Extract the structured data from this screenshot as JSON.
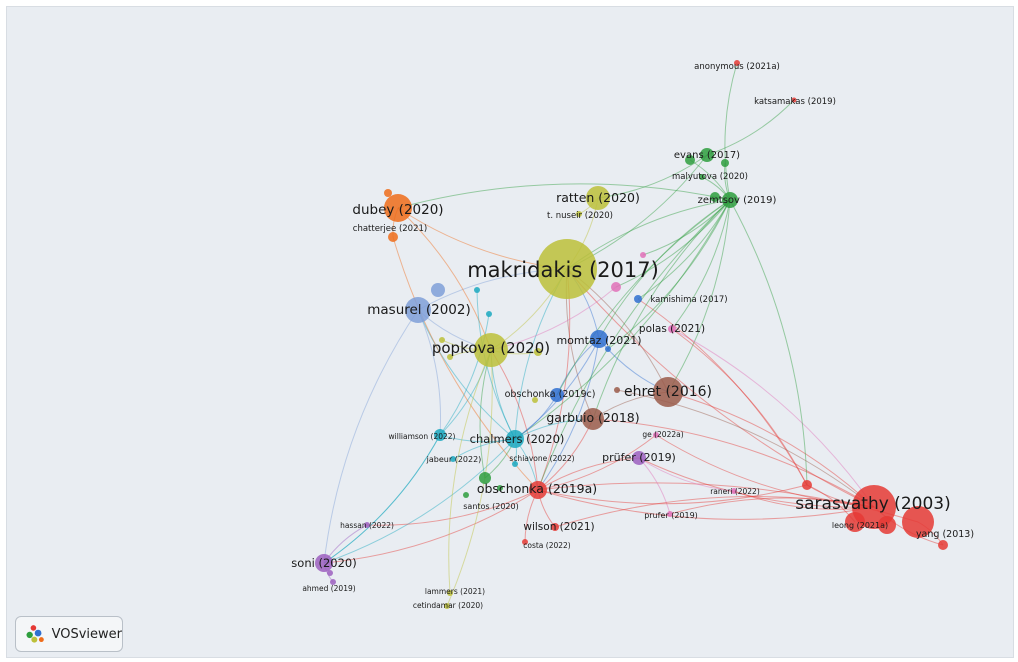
{
  "app": {
    "logo_text": "VOSviewer"
  },
  "colors": {
    "red": "#e53935",
    "green": "#2e9e3e",
    "orange": "#ef6c1a",
    "yellow": "#bcc03a",
    "blue": "#2f6fd0",
    "cyan": "#1ba8bf",
    "brown": "#9a5a4a",
    "purple": "#9c5fc0",
    "pink": "#e070b8",
    "lightblue": "#7f9fd8",
    "background": "#e9edf2"
  },
  "labels": {
    "makridakis": "makridakis (2017)",
    "sarasvathy": "sarasvathy (2003)",
    "popkova": "popkova (2020)",
    "ehret": "ehret (2016)",
    "dubey": "dubey (2020)",
    "masurel": "masurel (2002)",
    "ratten": "ratten (2020)",
    "garbuio": "garbuio (2018)",
    "chalmers": "chalmers (2020)",
    "obschonka_a": "obschonka (2019a)",
    "momtaz": "momtaz (2021)",
    "polas": "polas (2021)",
    "prufer": "prüfer (2019)",
    "soni": "soni (2020)",
    "wilson": "wilson (2021)",
    "evans": "evans (2017)",
    "zemtsov": "zemtsov (2019)",
    "obschonka_c": "obschonka (2019c)",
    "kamishima": "kamishima (2017)",
    "anonymous": "anonymous (2021a)",
    "katsamakas": "katsamakas (2019)",
    "malyutova": "malyutova (2020)",
    "nuseir": "t. nuseir (2020)",
    "chatterjee": "chatterjee (2021)",
    "williamson": "williamson (2022)",
    "jabeur": "jabeur (2022)",
    "schiavone": "schiavone (2022)",
    "ge": "ge (2022a)",
    "raneri": "raneri (2022)",
    "prufer2": "prufer (2019)",
    "santos": "santos (2020)",
    "hassan": "hassan (2022)",
    "costa": "costa (2022)",
    "ahmed": "ahmed (2019)",
    "lammers": "lammers (2021)",
    "cetindamar": "cetindamar (2020)",
    "leong": "leong (2021a)",
    "yang": "yang (2013)"
  }
}
